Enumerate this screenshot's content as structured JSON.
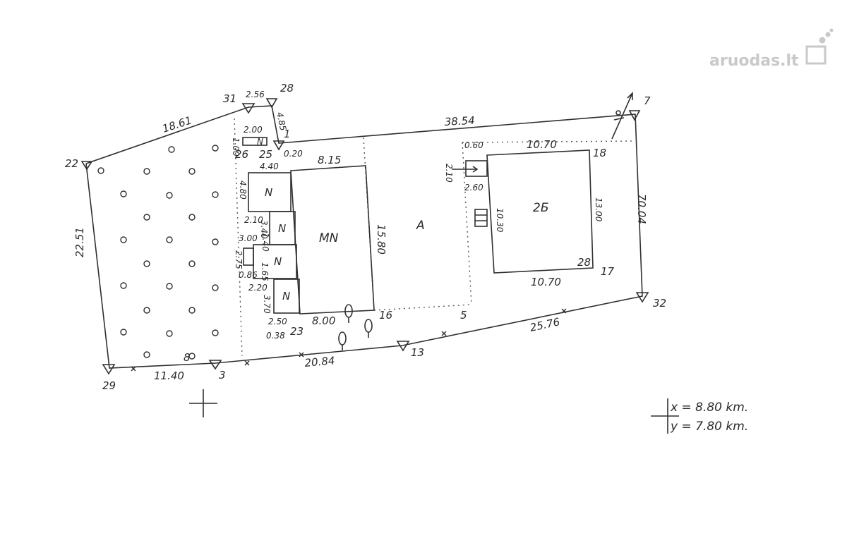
{
  "watermark": "aruodas.lt",
  "points": {
    "p1": "1",
    "p3": "3",
    "p5": "5",
    "p7": "7",
    "p8": "8",
    "p13": "13",
    "p16": "16",
    "p17": "17",
    "p18": "18",
    "p22": "22",
    "p23": "23",
    "p25": "25",
    "p26": "26",
    "p28a": "28",
    "p28b": "28",
    "p29": "29",
    "p31": "31",
    "p32": "32"
  },
  "dims": {
    "top_left": "18.61",
    "top_small": "2.56",
    "side_small": "4.85",
    "top_right": "38.54",
    "left": "22.51",
    "right": "70.04",
    "bottom_a": "11.40",
    "bottom_b": "20.84",
    "bottom_c": "25.76",
    "n_top": "2.00",
    "n_side": "1.00",
    "gap": "0.20",
    "mn_top": "8.15",
    "mn_left_top": "4.40",
    "mn_side": "15.80",
    "mn_bottom": "8.00",
    "n1": "4.80",
    "n2a": "2.10",
    "n2b": "3.40",
    "n3a": "3.00",
    "n3b": "1.40",
    "n4a": "2.75",
    "n4b": "1.65",
    "n4c": "0.86",
    "n5a": "2.20",
    "n5b": "3.70",
    "bl_a": "2.50",
    "bl_b": "0.38",
    "h_top": "10.70",
    "h_bottom": "10.70",
    "h_left": "10.30",
    "h_right": "13.00",
    "h_corner": "0.60",
    "h_porch": "2.60",
    "h_porch_side": "2.10"
  },
  "building_labels": {
    "mn": "MN",
    "n1": "N",
    "n2": "N",
    "n3": "N",
    "n4": "N",
    "n_small": "N",
    "yard": "A",
    "house": "2Б"
  },
  "scale": {
    "x": "x = 8.80 km.",
    "y": "y = 7.80 km."
  }
}
